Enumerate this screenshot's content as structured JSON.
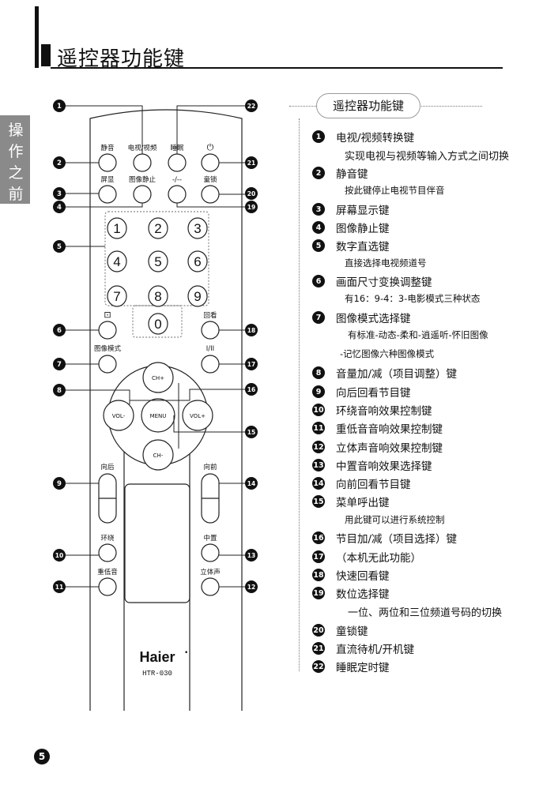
{
  "header": {
    "title": "遥控器功能键"
  },
  "side_tab": {
    "chars": [
      "操",
      "作",
      "之",
      "前"
    ]
  },
  "remote": {
    "buttons": {
      "mute": "静音",
      "tv_video": "电视/视频",
      "sleep": "睡眠",
      "power": "⏻",
      "display": "屏显",
      "freeze": "图像静止",
      "digit_select": "-/--",
      "child_lock": "童锁",
      "digits": [
        "1",
        "2",
        "3",
        "4",
        "5",
        "6",
        "7",
        "8",
        "9",
        "0"
      ],
      "aspect": "⊡",
      "recall": "回看",
      "picture_mode": "图像模式",
      "io": "I/II",
      "ch_up": "CH+",
      "vol_down": "VOL-",
      "menu": "MENU",
      "vol_up": "VOL+",
      "ch_down": "CH-",
      "back": "向后",
      "forward": "向前",
      "surround": "环绕",
      "center": "中置",
      "bass": "重低音",
      "stereo": "立体声"
    },
    "brand": "Haier",
    "model": "HTR-030",
    "callouts": [
      "1",
      "2",
      "3",
      "4",
      "5",
      "6",
      "7",
      "8",
      "9",
      "10",
      "11",
      "12",
      "13",
      "14",
      "15",
      "16",
      "17",
      "18",
      "19",
      "20",
      "21",
      "22"
    ]
  },
  "panel": {
    "title": "遥控器功能键",
    "entries": [
      {
        "num": "1",
        "label": "电视/视频转换键"
      },
      {
        "num": "2",
        "label": "静音键"
      },
      {
        "num": "3",
        "label": "屏幕显示键"
      },
      {
        "num": "4",
        "label": "图像静止键"
      },
      {
        "num": "5",
        "label": "数字直选键"
      },
      {
        "num": "6",
        "label": "画面尺寸变换调整键"
      },
      {
        "num": "7",
        "label": "图像模式选择键"
      },
      {
        "num": "8",
        "label": "音量加/减（项目调整）键"
      },
      {
        "num": "9",
        "label": "向后回看节目键"
      },
      {
        "num": "10",
        "label": "环绕音响效果控制键"
      },
      {
        "num": "11",
        "label": "重低音音响效果控制键"
      },
      {
        "num": "12",
        "label": "立体声音响效果控制键"
      },
      {
        "num": "13",
        "label": "中置音响效果选择键"
      },
      {
        "num": "14",
        "label": "向前回看节目键"
      },
      {
        "num": "15",
        "label": "菜单呼出键"
      },
      {
        "num": "16",
        "label": "节目加/减（项目选择）键"
      },
      {
        "num": "17",
        "label": "（本机无此功能）"
      },
      {
        "num": "18",
        "label": "快速回看键"
      },
      {
        "num": "19",
        "label": "数位选择键"
      },
      {
        "num": "20",
        "label": "童锁键"
      },
      {
        "num": "21",
        "label": "直流待机/开机键"
      },
      {
        "num": "22",
        "label": "睡眠定时键"
      }
    ],
    "descriptions": {
      "d1": "实现电视与视频等输入方式之间切换",
      "d2": "按此键停止电视节目伴音",
      "d5": "直接选择电视频道号",
      "d6": "有16：9-4：3-电影模式三种状态",
      "d7a": "有标准-动态-柔和-逍遥听-怀旧图像",
      "d7b": "-记忆图像六种图像模式",
      "d15": "用此键可以进行系统控制",
      "d19": "一位、两位和三位频道号码的切换"
    }
  },
  "footer": {
    "page": "5"
  }
}
